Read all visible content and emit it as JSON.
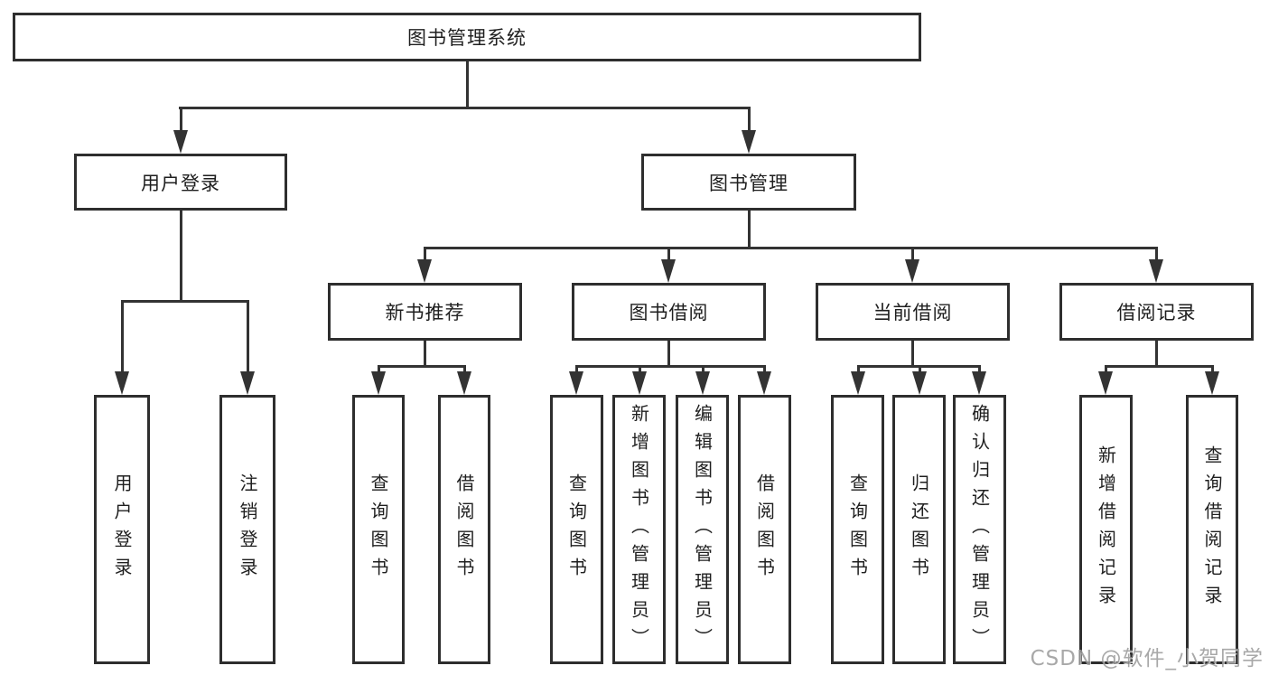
{
  "diagram": {
    "tree": {
      "label": "图书管理系统",
      "children": [
        {
          "label": "用户登录",
          "children": [
            {
              "label": "用户登录"
            },
            {
              "label": "注销登录"
            }
          ]
        },
        {
          "label": "图书管理",
          "children": [
            {
              "label": "新书推荐",
              "children": [
                {
                  "label": "查询图书"
                },
                {
                  "label": "借阅图书"
                }
              ]
            },
            {
              "label": "图书借阅",
              "children": [
                {
                  "label": "查询图书"
                },
                {
                  "label": "新增图书（管理员）"
                },
                {
                  "label": "编辑图书（管理员）"
                },
                {
                  "label": "借阅图书"
                }
              ]
            },
            {
              "label": "当前借阅",
              "children": [
                {
                  "label": "查询图书"
                },
                {
                  "label": "归还图书"
                },
                {
                  "label": "确认归还（管理员）"
                }
              ]
            },
            {
              "label": "借阅记录",
              "children": [
                {
                  "label": "新增借阅记录"
                },
                {
                  "label": "查询借阅记录"
                }
              ]
            }
          ]
        }
      ]
    }
  },
  "watermark": {
    "text": "CSDN @软件_小贺同学"
  },
  "colors": {
    "line": "#333333",
    "border": "#2e2e2e",
    "text": "#1f1f1f",
    "watermark": "#999999",
    "background": "#ffffff"
  }
}
